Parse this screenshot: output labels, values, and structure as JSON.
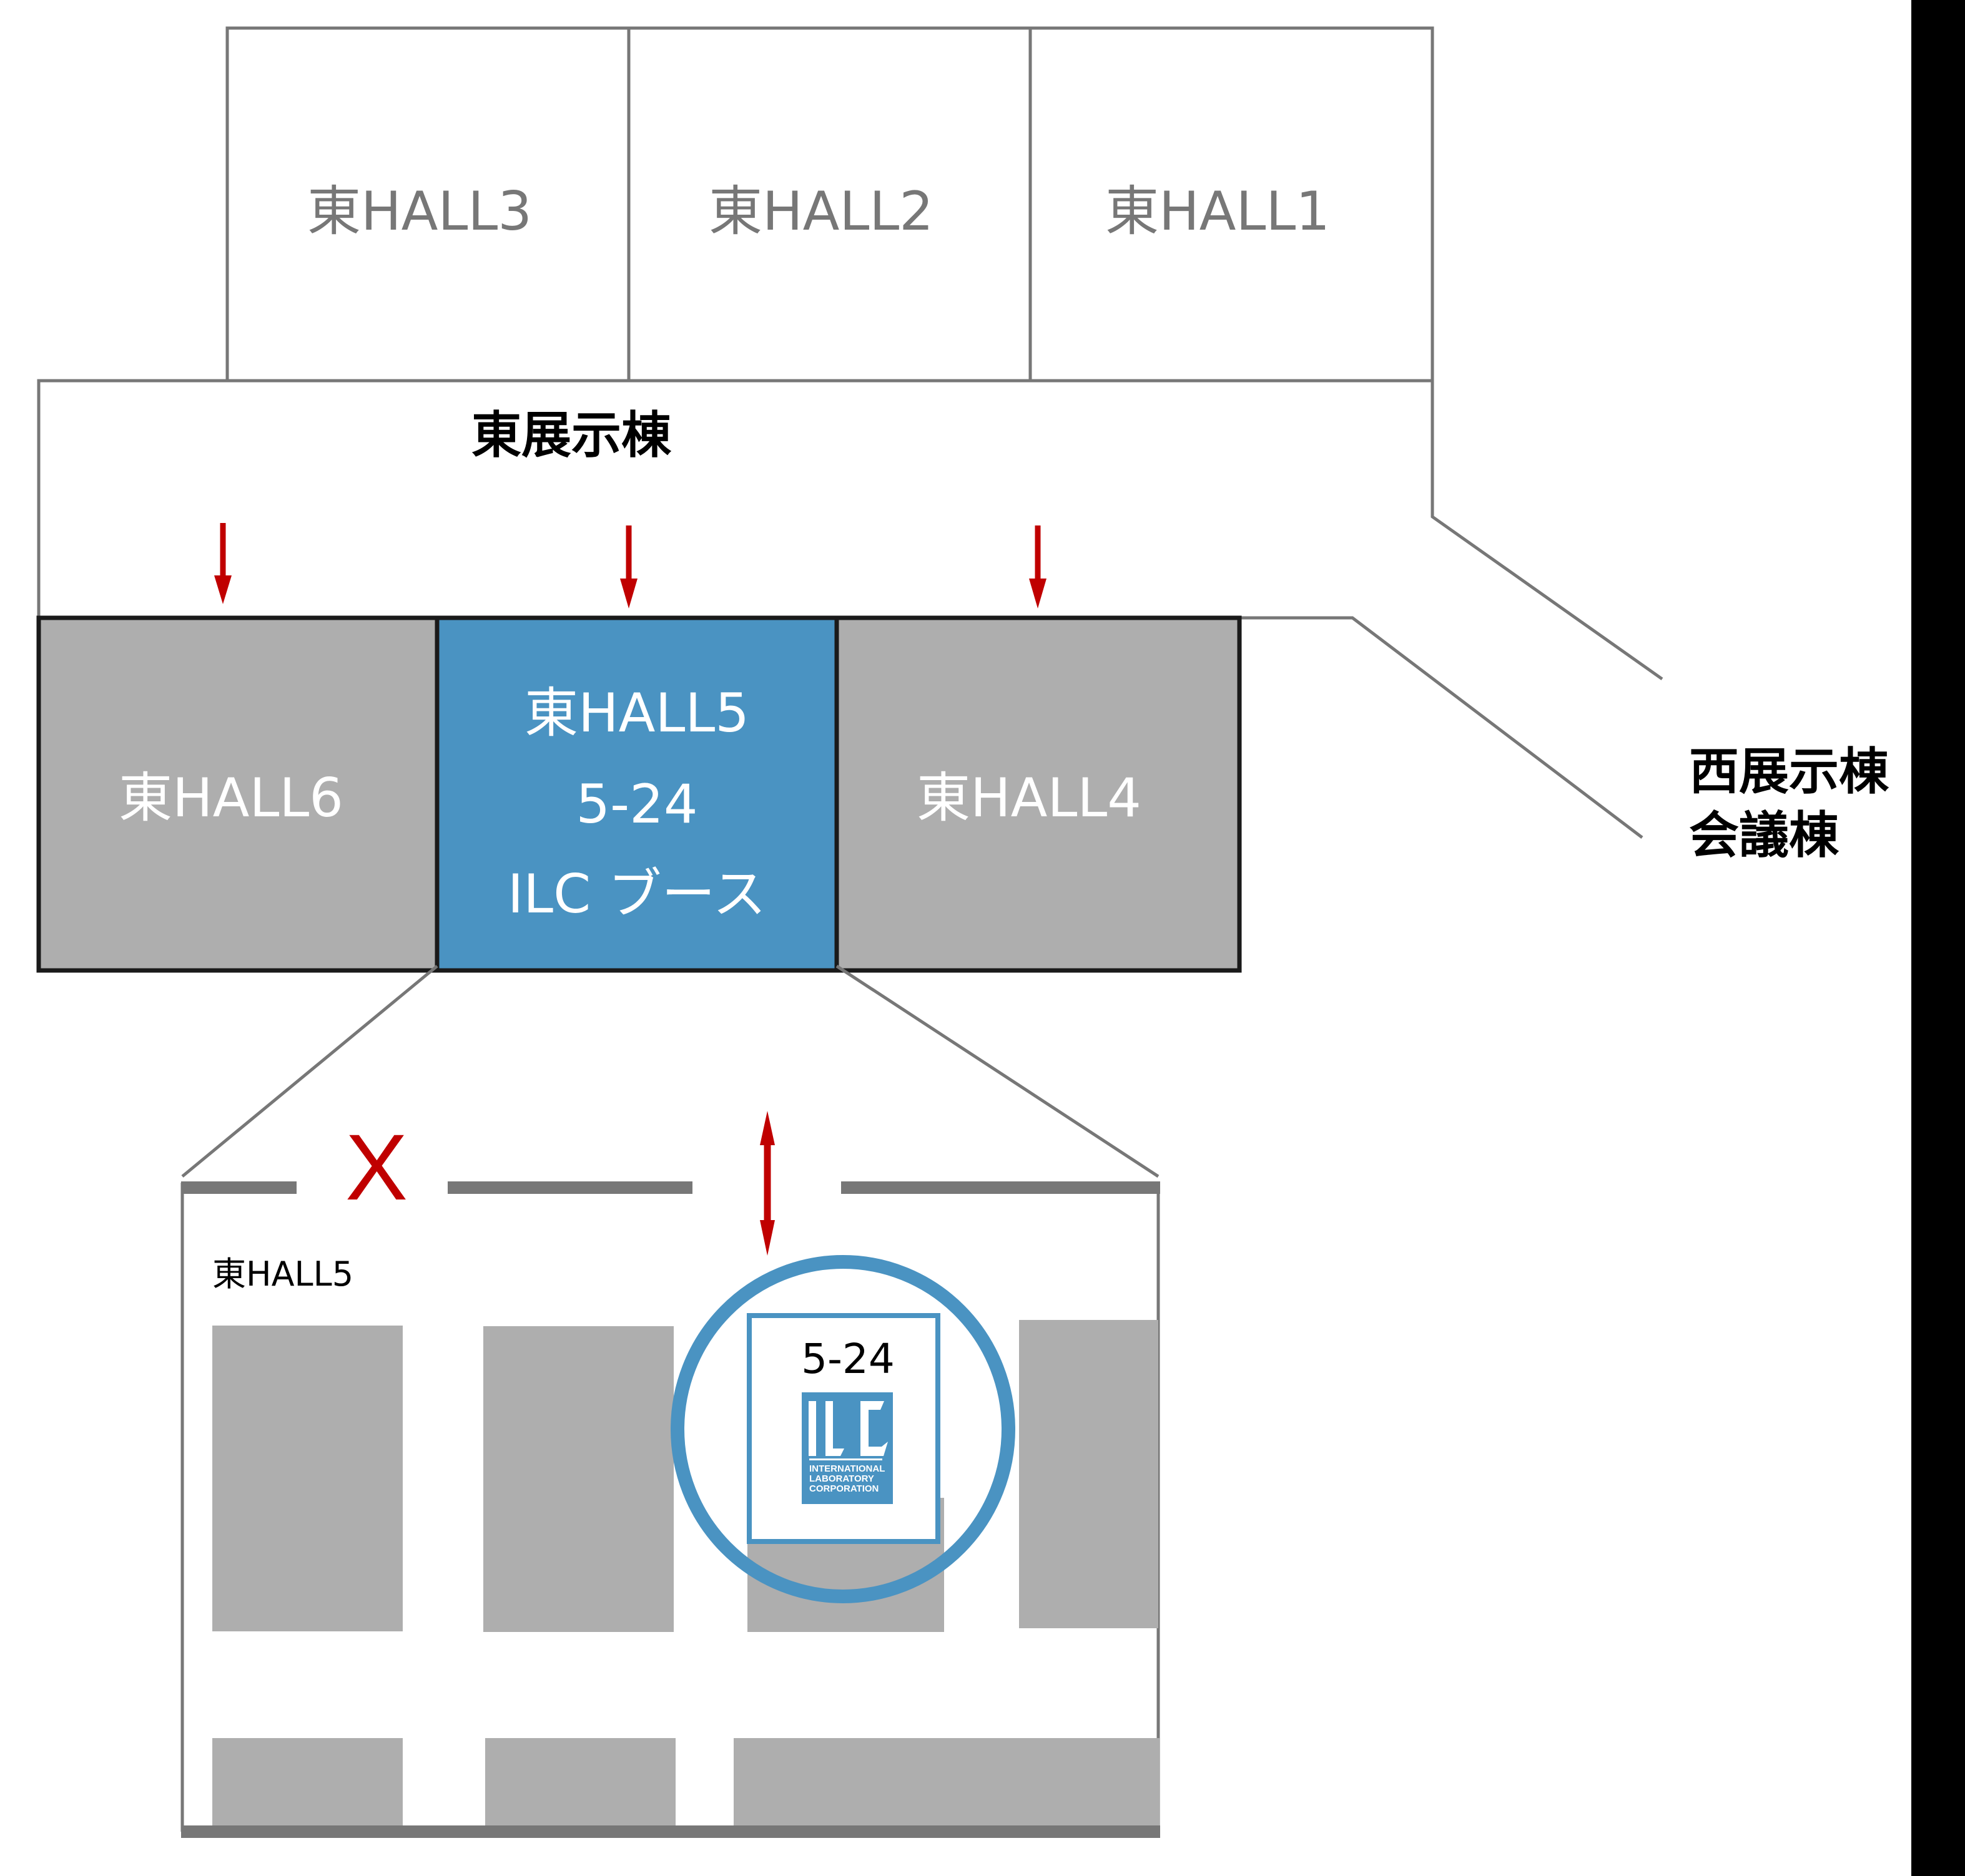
{
  "colors": {
    "outline_gray": "#777777",
    "hall_fill_gray": "#aeaeae",
    "highlight_blue": "#4a93c2",
    "arrow_red": "#c00000",
    "black": "#000000",
    "white": "#ffffff"
  },
  "upper_halls": [
    {
      "label": "東HALL3"
    },
    {
      "label": "東HALL2"
    },
    {
      "label": "東HALL1"
    }
  ],
  "east_building": {
    "label": "東展示棟"
  },
  "lower_halls": [
    {
      "label": "東HALL6"
    },
    {
      "label": "東HALL5",
      "booth": "5-24",
      "booth_name": "ILC ブース",
      "highlighted": true
    },
    {
      "label": "東HALL4"
    }
  ],
  "west_building": {
    "line1": "西展示棟",
    "line2": "会議棟"
  },
  "detail": {
    "hall_label": "東HALL5",
    "blocked_entrance_mark": "X",
    "booth": {
      "number": "5-24",
      "logo": {
        "letters": "ILC",
        "line1": "INTERNATIONAL",
        "line2": "LABORATORY",
        "line3": "CORPORATION"
      }
    }
  }
}
